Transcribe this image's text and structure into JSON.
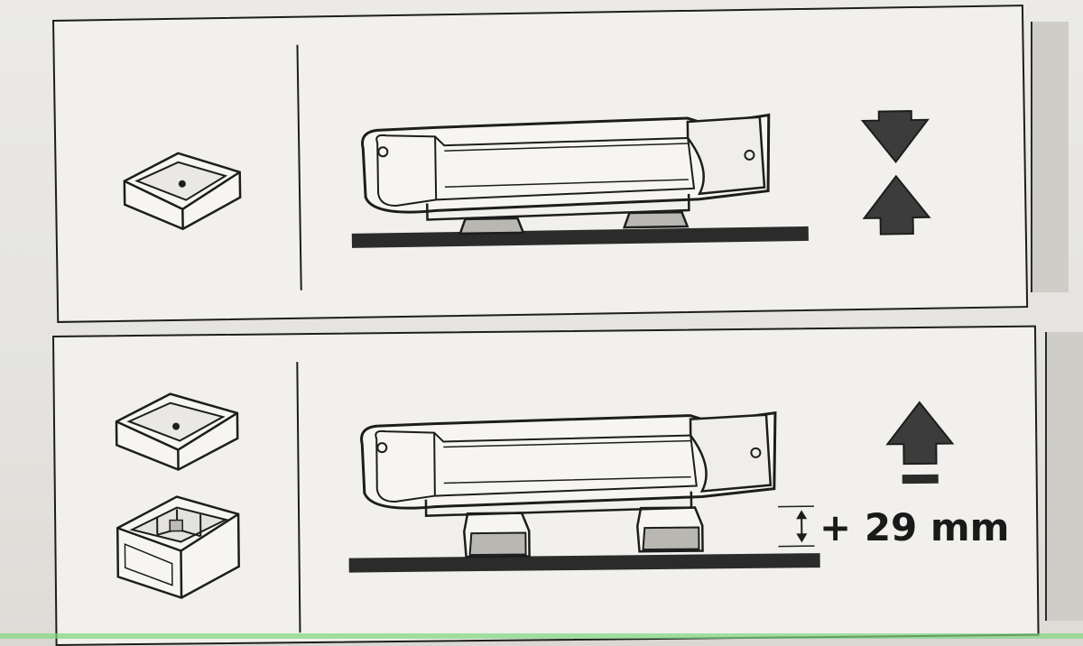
{
  "measurement": {
    "label": "+ 29 mm"
  },
  "steps": [
    {
      "name": "standard-height",
      "pad_icon": "single-pad-icon",
      "adjust_icon": "press-down-arrows-icon"
    },
    {
      "name": "raised-height",
      "pad_icon": "stacked-pad-icon",
      "adjust_icon": "raise-up-arrow-icon"
    }
  ],
  "colors": {
    "line": "#1d1d1d",
    "pad_fill": "#b9b7b2",
    "arrow_fill": "#3c3c3c",
    "bar_fill": "#2b2b2b"
  }
}
